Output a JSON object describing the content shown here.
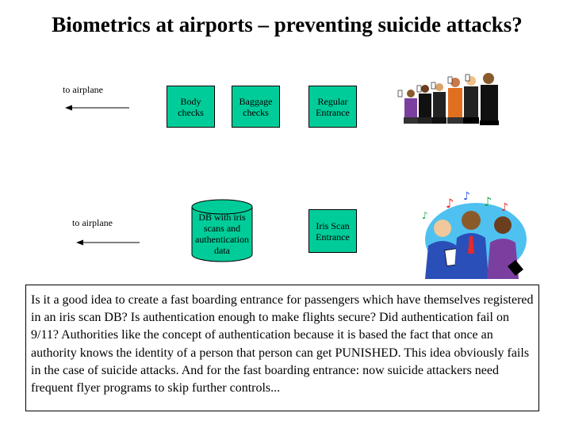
{
  "title": "Biometrics at airports – preventing suicide attacks?",
  "lane_top": {
    "to_label": "to airplane",
    "boxes": [
      {
        "line1": "Body",
        "line2": "checks"
      },
      {
        "line1": "Baggage",
        "line2": "checks"
      },
      {
        "line1": "Regular",
        "line2": "Entrance"
      }
    ]
  },
  "lane_bottom": {
    "to_label": "to airplane",
    "db": {
      "line1": "DB with iris",
      "line2": "scans and",
      "line3": "authentication",
      "line4": "data"
    },
    "box": {
      "line1": "Iris Scan",
      "line2": "Entrance"
    }
  },
  "note": "Is it a good idea to create a fast boarding entrance for passengers which have themselves registered in an iris scan DB? Is authentication enough to make flights secure? Did authentication fail on 9/11? Authorities like the concept of authentication because it is based the fact that once an authority knows the identity of a person that person can get PUNISHED. This idea obviously fails in the case of suicide attacks. And for the fast boarding entrance: now suicide attackers need frequent flyer programs to skip further controls...",
  "colors": {
    "box_fill": "#00cc99"
  },
  "clipart": [
    "group-of-people-clipart",
    "singing-people-clipart"
  ]
}
